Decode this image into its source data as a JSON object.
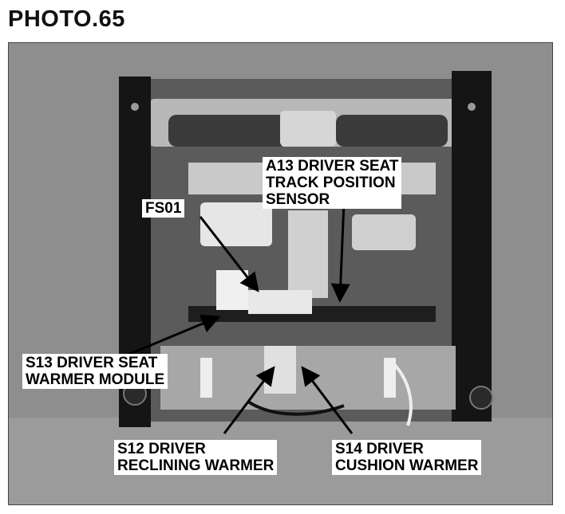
{
  "title": "PHOTO.65",
  "callouts": {
    "a13": [
      "A13 DRIVER SEAT",
      "TRACK POSITION",
      "SENSOR"
    ],
    "fs01": [
      "FS01"
    ],
    "s13": [
      "S13 DRIVER SEAT",
      "WARMER MODULE"
    ],
    "s12": [
      "S12 DRIVER",
      "RECLINING WARMER"
    ],
    "s14": [
      "S14 DRIVER",
      "CUSHION WARMER"
    ]
  }
}
